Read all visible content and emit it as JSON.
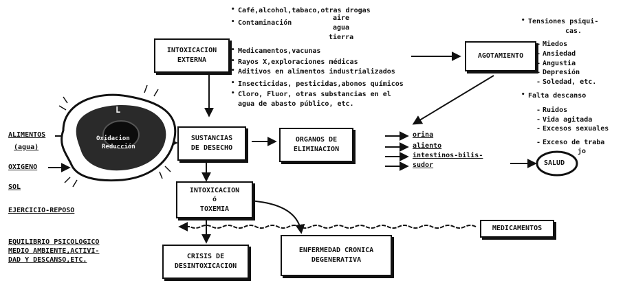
{
  "external_causes": {
    "drugs": "Café,alcohol,tabaco,otras drogas",
    "contamination": "Contaminación",
    "media": [
      "aire",
      "agua",
      "tierra"
    ],
    "medicines": "Medicamentos,vacunas",
    "xrays": "Rayos X,exploraciones médicas",
    "additives": "Aditivos en alimentos industrializados",
    "insecticides": "Insecticidas, pesticidas,abonos químicos",
    "chlorine": "Cloro, Fluor, otras substancias en el",
    "water": "agua de abasto público, etc."
  },
  "boxes": {
    "external": [
      "INTOXICACION",
      "EXTERNA"
    ],
    "fatigue": "AGOTAMIENTO",
    "waste": [
      "SUSTANCIAS",
      "DE DESECHO"
    ],
    "organs": [
      "ORGANOS DE",
      "ELIMINACION"
    ],
    "toxemia": [
      "INTOXICACION",
      "ó",
      "TOXEMIA"
    ],
    "crisis": [
      "CRISIS DE",
      "DESINTOXICACION"
    ],
    "chronic": [
      "ENFERMEDAD CRONICA",
      "DEGENERATIVA"
    ],
    "medicines": "MEDICAMENTOS"
  },
  "cell": {
    "label_1": "Oxidacion",
    "label_2": "Reducción",
    "nucleus": "L"
  },
  "inputs": {
    "food": "ALIMENTOS",
    "water": "(agua)",
    "oxygen": "OXIGENO",
    "sun": "SOL",
    "exercise": "EJERCICIO-REPOSO",
    "balance": [
      "EQUILIBRIO PSICOLOGICO",
      "MEDIO AMBIENTE,ACTIVI-",
      "DAD Y DESCANSO,ETC."
    ]
  },
  "excretion": [
    "orina",
    "aliento",
    "intestinos-bilis-",
    "sudor"
  ],
  "health": "SALUD",
  "psychic": {
    "header": "Tensiones psiqui-",
    "header_2": "cas.",
    "items": [
      "Miedos",
      "Ansiedad",
      "Angustia",
      "Depresión",
      "Soledad, etc."
    ]
  },
  "rest": {
    "header": "Falta descanso",
    "items": [
      "Ruidos",
      "Vida agitada",
      "Excesos sexuales",
      "Exceso de traba"
    ],
    "tail": "jo"
  }
}
